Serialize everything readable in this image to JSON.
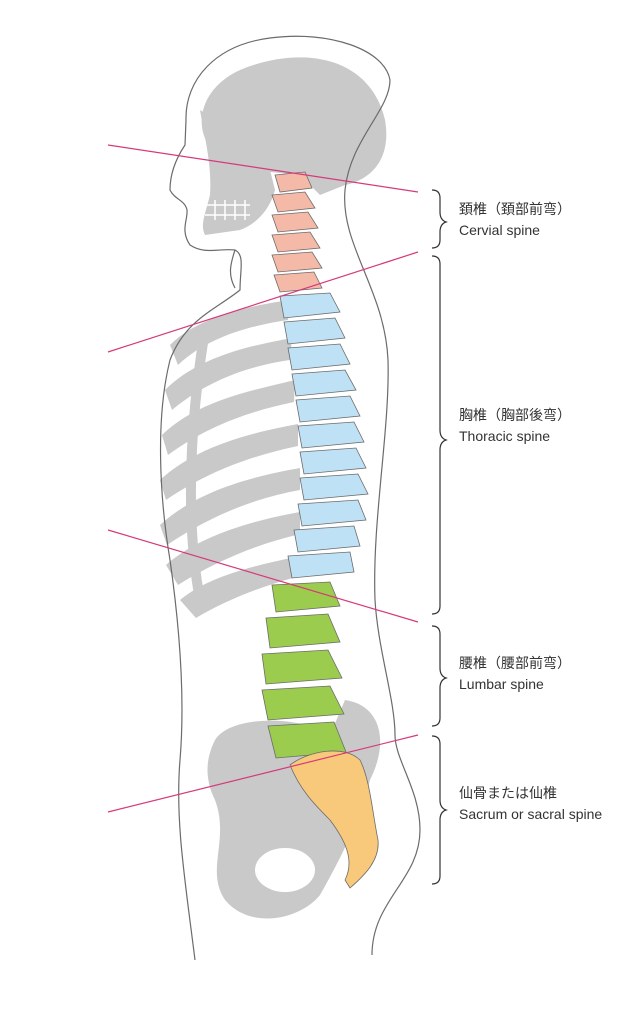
{
  "regions": [
    {
      "id": "cervical",
      "label_jp": "頚椎（頚部前弯）",
      "label_en": "Cervial spine",
      "color": "#f5b9a8"
    },
    {
      "id": "thoracic",
      "label_jp": "胸椎（胸部後弯）",
      "label_en": "Thoracic spine",
      "color": "#bfe1f5"
    },
    {
      "id": "lumbar",
      "label_jp": "腰椎（腰部前弯）",
      "label_en": "Lumbar spine",
      "color": "#9bcc4e"
    },
    {
      "id": "sacral",
      "label_jp": "仙骨または仙椎",
      "label_en": "Sacrum or sacral spine",
      "color": "#f8c97a"
    }
  ],
  "colors": {
    "bone_gray": "#c9c9c9",
    "outline": "#6b6b6b",
    "pointer_line": "#d6397b",
    "bracket": "#333333"
  }
}
